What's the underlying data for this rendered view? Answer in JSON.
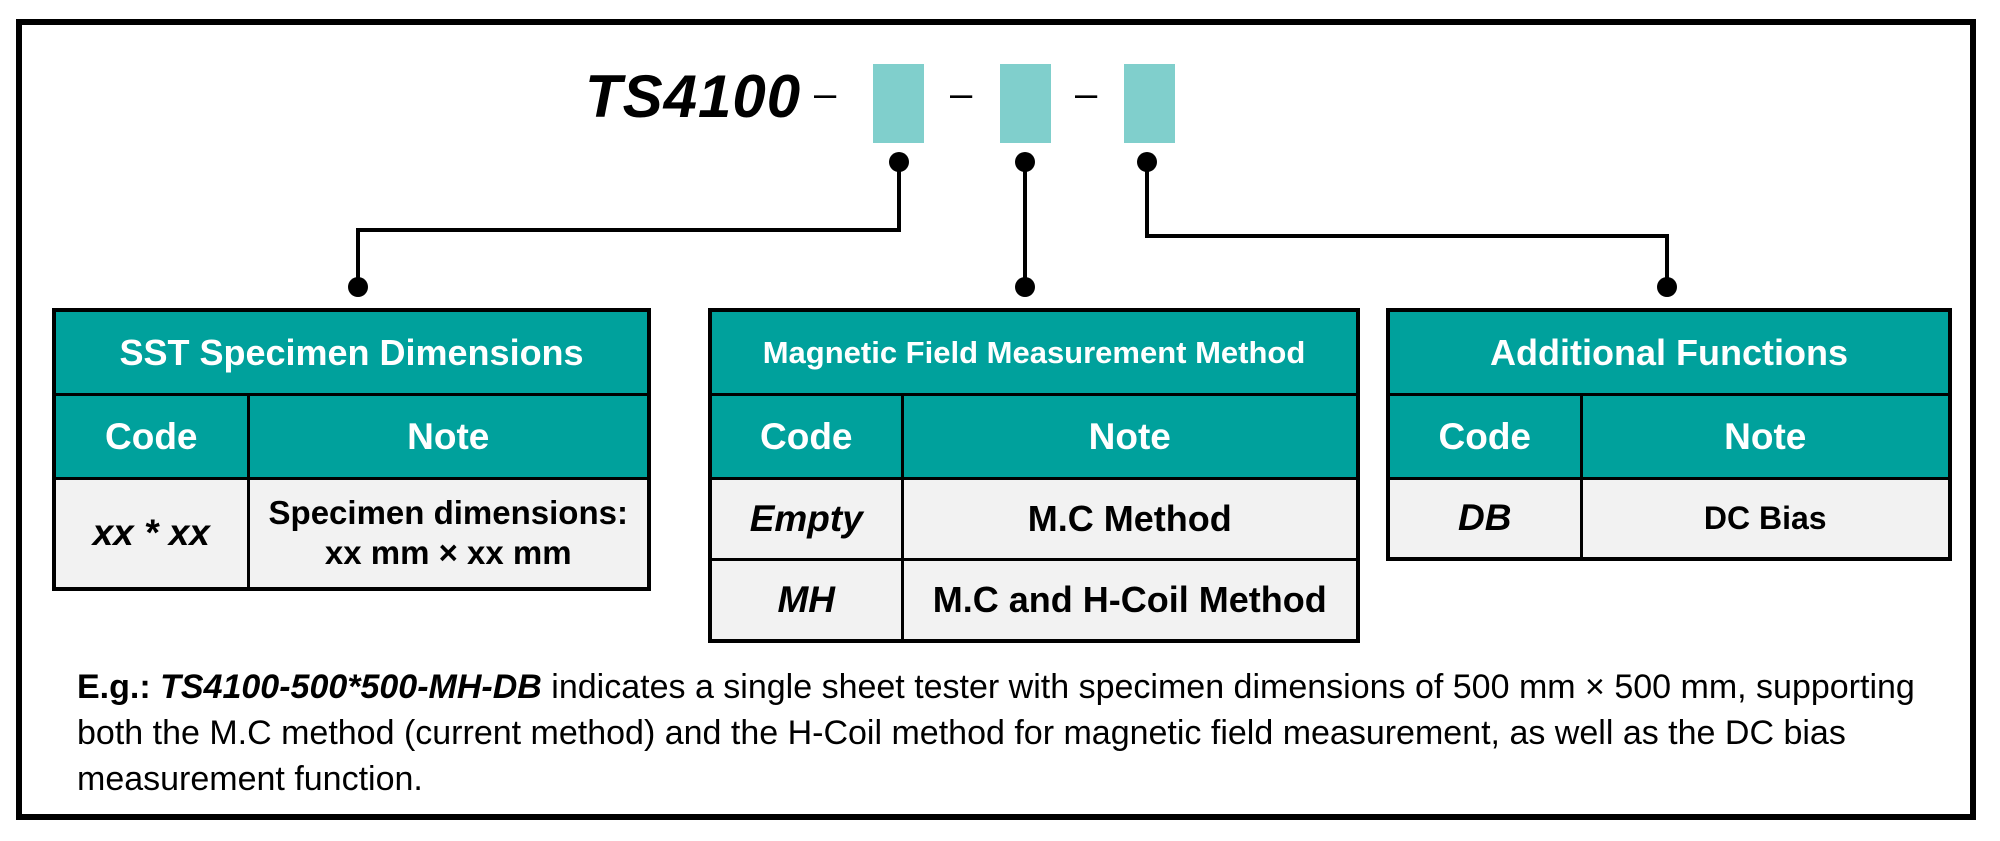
{
  "model": {
    "name": "TS4100",
    "separator": "–",
    "slot_color": "#80cfcc"
  },
  "colors": {
    "header_teal": "#00a19c",
    "cell_grey": "#f2f2f2",
    "border": "#000000"
  },
  "tables": [
    {
      "title": "SST Specimen Dimensions",
      "col_code": "Code",
      "col_note": "Note",
      "rows": [
        {
          "code": "xx * xx",
          "note_line1": "Specimen dimensions:",
          "note_line2": "xx mm × xx mm"
        }
      ]
    },
    {
      "title": "Magnetic Field Measurement Method",
      "col_code": "Code",
      "col_note": "Note",
      "rows": [
        {
          "code": "Empty",
          "note": "M.C Method"
        },
        {
          "code": "MH",
          "note": "M.C and H-Coil Method"
        }
      ]
    },
    {
      "title": "Additional Functions",
      "col_code": "Code",
      "col_note": "Note",
      "rows": [
        {
          "code": "DB",
          "note": "DC Bias"
        }
      ]
    }
  ],
  "example": {
    "lead": "E.g.:",
    "model": "TS4100-500*500-MH-DB",
    "text": " indicates a single sheet tester with specimen dimensions of 500 mm × 500 mm, supporting both the M.C method (current method) and the H-Coil method for magnetic field measurement, as well as the DC bias measurement function."
  }
}
